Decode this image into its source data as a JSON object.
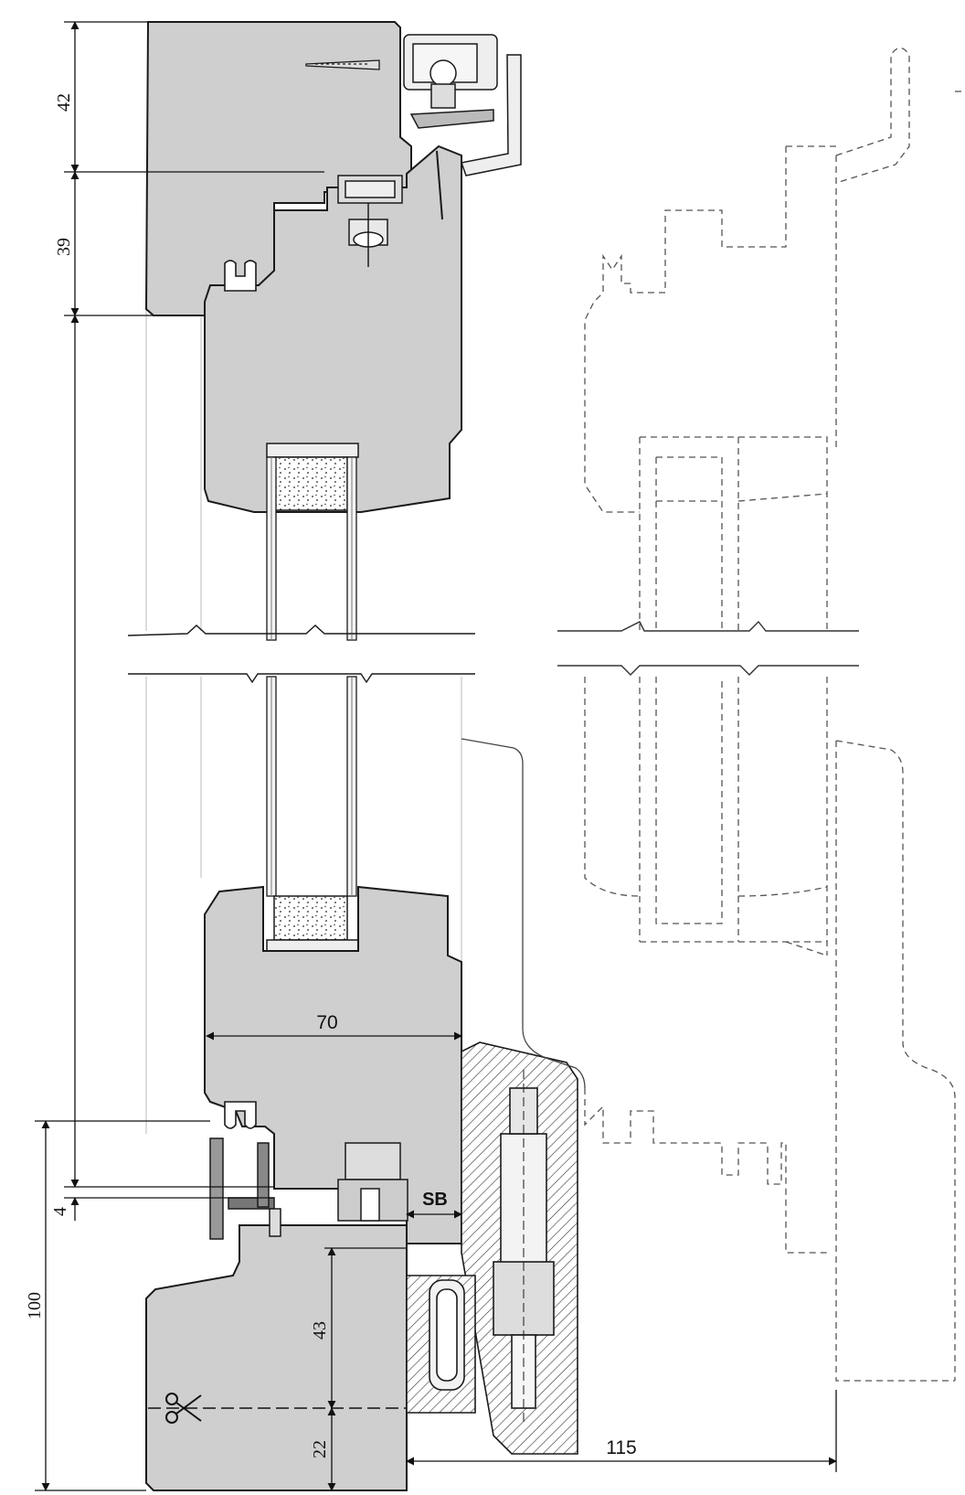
{
  "dimensions": {
    "top_42": "42",
    "top_39": "39",
    "left_4": "4",
    "left_100": "100",
    "width_70": "70",
    "sb": "SB",
    "height_43": "43",
    "height_22": "22",
    "offset_115": "115"
  },
  "icons": {
    "cut_mark": "scissors-icon"
  },
  "colors": {
    "wood_fill": "#cfcfcf",
    "line": "#1a1a1a",
    "dashed_outline": "#555555",
    "insulation_fill": "#ffffff"
  }
}
